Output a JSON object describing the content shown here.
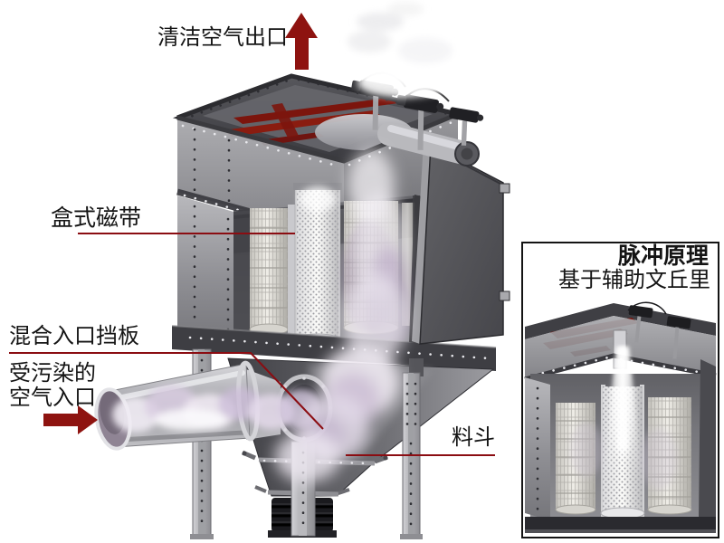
{
  "page": {
    "background": "#ffffff",
    "type": "dust-collector-cutaway-diagram"
  },
  "colors": {
    "callout_red": "#8e1310",
    "callout_line_red": "#8b0d12",
    "label_text": "#141414",
    "inset_border": "#141414",
    "machine_red_frame": "#7c150d",
    "machine_gray": "#9a9a9e",
    "dust_purple": "#b9a6c6"
  },
  "callouts": {
    "clean_air_outlet": {
      "label": "清洁空气出口"
    },
    "cartridge": {
      "label": "盒式磁带"
    },
    "mixed_inlet_baffle": {
      "label": "混合入口挡板"
    },
    "contaminated_air_inlet": {
      "label_line1": "受污染的",
      "label_line2": "空气入口"
    },
    "hopper": {
      "label": "料斗"
    }
  },
  "inset": {
    "title": "脉冲原理",
    "subtitle": "基于辅助文丘里"
  },
  "icons": {
    "up_arrow": "clean-air-outflow",
    "right_arrow": "contaminated-air-inflow"
  }
}
